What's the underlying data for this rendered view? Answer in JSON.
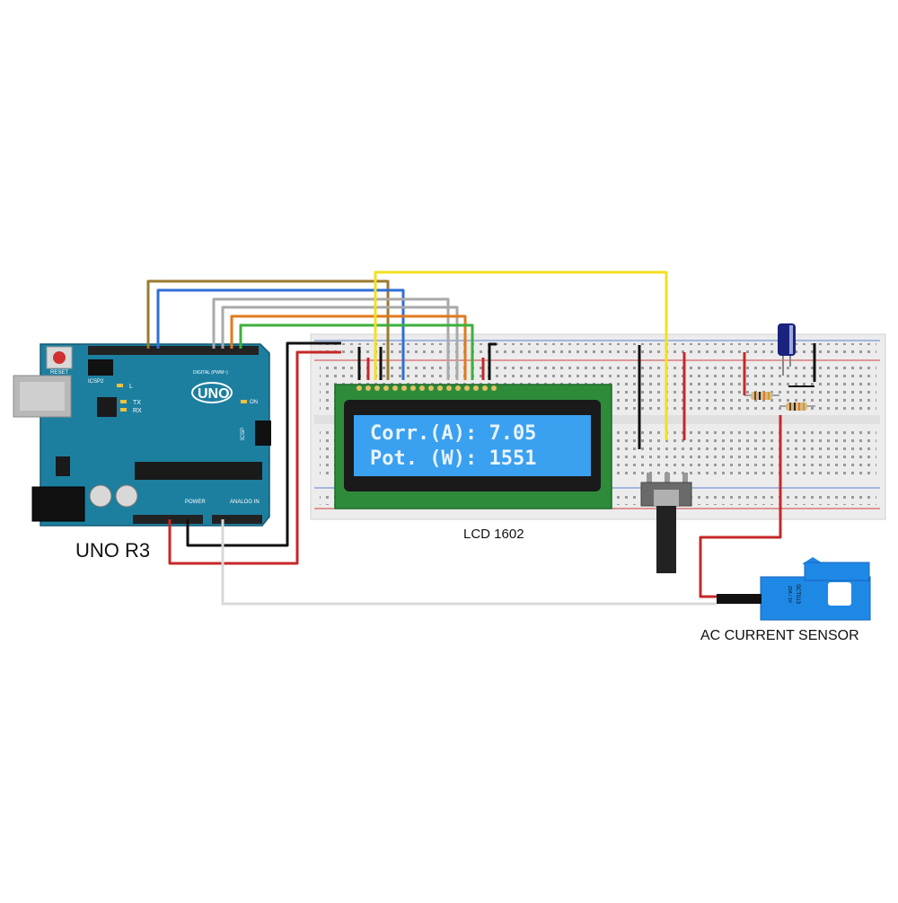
{
  "labels": {
    "board": "UNO R3",
    "display": "LCD 1602",
    "sensor": "AC CURRENT SENSOR"
  },
  "arduino": {
    "logo": "UNO",
    "reset": "RESET",
    "icsp2": "ICSP2",
    "icsp": "ICSP",
    "led_l": "L",
    "led_tx": "TX",
    "led_rx": "RX",
    "led_on": "ON",
    "digital": "DIGITAL (PWM~)",
    "power": "POWER",
    "analog": "ANALOG IN"
  },
  "lcd": {
    "line1": "Corr.(A): 7.05",
    "line2": "Pot. (W): 1551"
  },
  "sensor": {
    "model": "SCT013",
    "rating": "20A / 1V"
  },
  "colors": {
    "board": "#1d7fa0",
    "lcd_pcb": "#2e8b3a",
    "lcd_screen": "#3aa0f0",
    "lcd_text": "#e8f4ff",
    "breadboard": "#ececec",
    "sensor": "#1e88e5",
    "wire_red": "#c62828",
    "wire_black": "#111111",
    "wire_yellow": "#f2e020",
    "wire_blue": "#2f6fd6",
    "wire_brown": "#9a7a2e",
    "wire_gray": "#a9a9a9",
    "wire_orange": "#e07a1c",
    "wire_green": "#3cb03c",
    "wire_white": "#d8d8d8"
  },
  "icons": [
    "usb-connector",
    "dc-jack",
    "reset-button",
    "potentiometer",
    "capacitor",
    "resistor",
    "current-clamp"
  ]
}
